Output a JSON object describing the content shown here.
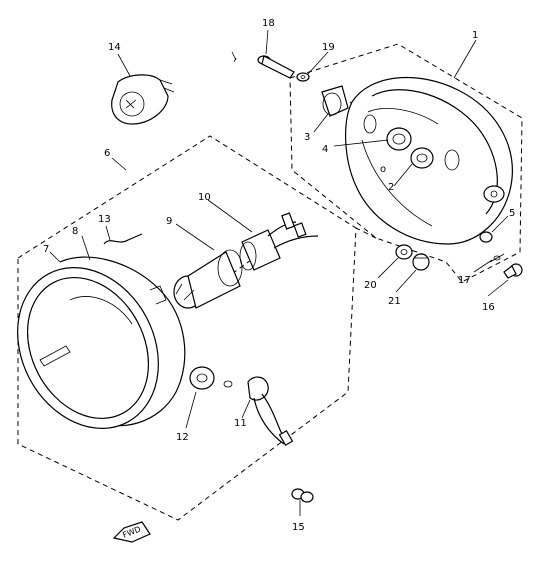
{
  "labels": [
    {
      "id": "1",
      "text": "1"
    },
    {
      "id": "2",
      "text": "2"
    },
    {
      "id": "3",
      "text": "3"
    },
    {
      "id": "4",
      "text": "4"
    },
    {
      "id": "5",
      "text": "5"
    },
    {
      "id": "6",
      "text": "6"
    },
    {
      "id": "7",
      "text": "7"
    },
    {
      "id": "8",
      "text": "8"
    },
    {
      "id": "9",
      "text": "9"
    },
    {
      "id": "10",
      "text": "10"
    },
    {
      "id": "11",
      "text": "11"
    },
    {
      "id": "12",
      "text": "12"
    },
    {
      "id": "13",
      "text": "13"
    },
    {
      "id": "14",
      "text": "14"
    },
    {
      "id": "15",
      "text": "15"
    },
    {
      "id": "16",
      "text": "16"
    },
    {
      "id": "17",
      "text": "17"
    },
    {
      "id": "18",
      "text": "18"
    },
    {
      "id": "19",
      "text": "19"
    },
    {
      "id": "20",
      "text": "20"
    },
    {
      "id": "21",
      "text": "21"
    }
  ],
  "direction_marker": {
    "text": "FWD"
  }
}
